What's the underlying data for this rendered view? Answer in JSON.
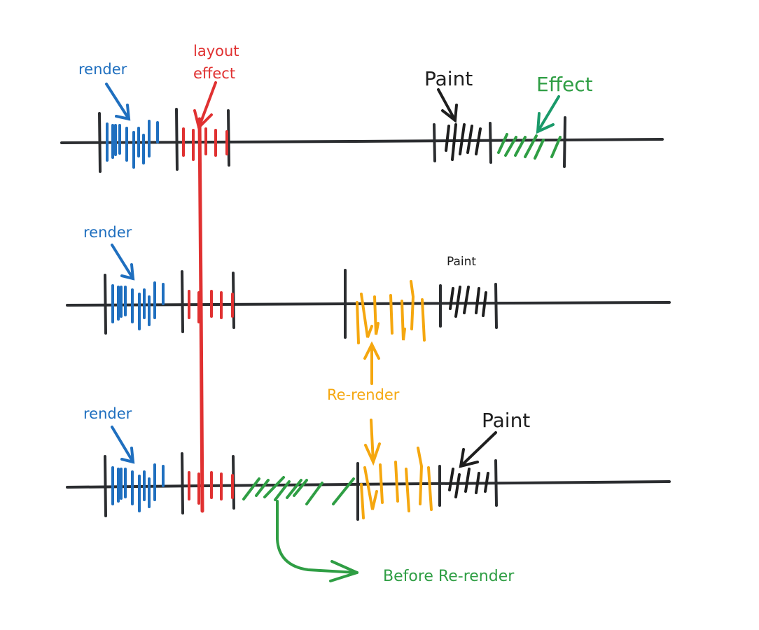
{
  "colors": {
    "axis": "#2b2d30",
    "render": "#1f6fbf",
    "layout_effect": "#e03131",
    "effect": "#2f9e44",
    "re_render": "#f5a70f",
    "paint": "#1e1e1e"
  },
  "rows": [
    {
      "id": "row-1",
      "labels": {
        "render": "render",
        "layout_effect_line1": "layout",
        "layout_effect_line2": "effect",
        "paint": "Paint",
        "effect": "Effect"
      },
      "segments": [
        "render",
        "layout effect",
        "paint",
        "effect"
      ]
    },
    {
      "id": "row-2",
      "labels": {
        "render": "render",
        "paint": "Paint"
      },
      "segments": [
        "render",
        "layout effect",
        "re-render",
        "paint"
      ]
    },
    {
      "id": "row-3",
      "labels": {
        "render": "render",
        "paint": "Paint"
      },
      "segments": [
        "render",
        "layout effect",
        "effect (before re-render)",
        "re-render",
        "paint"
      ]
    }
  ],
  "annotations": {
    "re_render": "Re-render",
    "before_re_render": "Before Re-render"
  }
}
